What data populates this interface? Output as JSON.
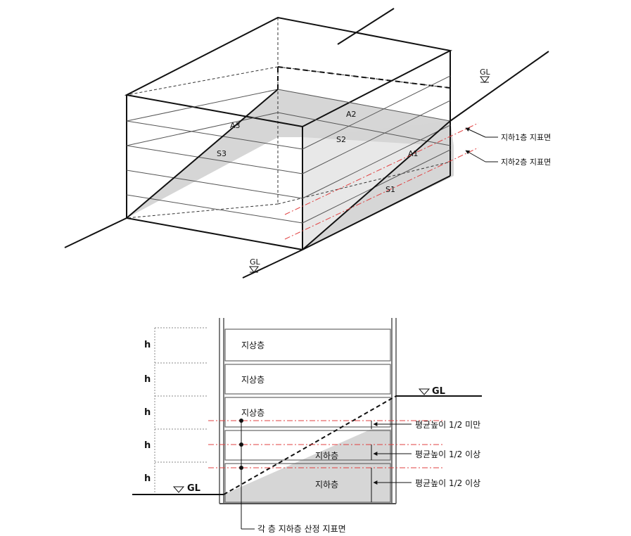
{
  "iso_view": {
    "ground_level_right": "GL",
    "ground_level_bottom": "GL",
    "area_labels": {
      "a1": "A1",
      "a2": "A2",
      "a3": "A3",
      "s1": "S1",
      "s2": "S2",
      "s3": "S3"
    },
    "callouts": {
      "b1_surface": "지하1층 지표면",
      "b2_surface": "지하2층 지표면"
    }
  },
  "section_view": {
    "ground_level_right": "GL",
    "ground_level_left": "GL",
    "story_height_labels": [
      "h",
      "h",
      "h",
      "h",
      "h"
    ],
    "floors": [
      {
        "name": "지상층",
        "type": "above"
      },
      {
        "name": "지상층",
        "type": "above"
      },
      {
        "name": "지상층",
        "type": "above"
      },
      {
        "name": "지하층",
        "type": "below"
      },
      {
        "name": "지하층",
        "type": "below"
      }
    ],
    "annotations": [
      "평균높이 1/2 미만",
      "평균높이 1/2 이상",
      "평균높이 1/2 이상"
    ],
    "bottom_caption": "각 층 지하층 산정 지표면"
  },
  "colors": {
    "shade": "#d6d6d6",
    "line": "#111111",
    "dash_red": "#e04040",
    "guide": "#888888"
  }
}
